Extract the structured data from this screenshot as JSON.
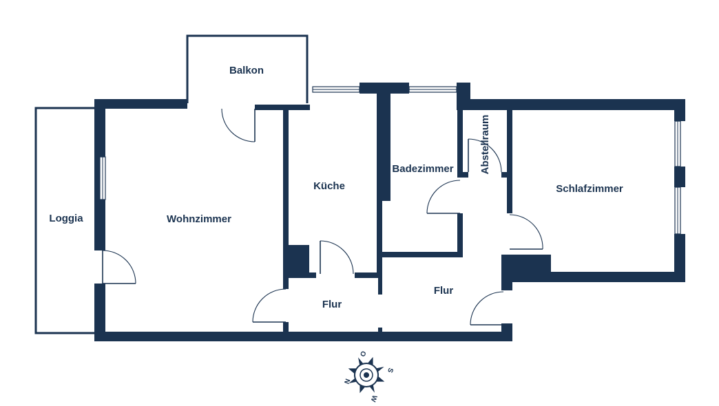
{
  "rooms": {
    "balkon": "Balkon",
    "loggia": "Loggia",
    "wohnzimmer": "Wohnzimmer",
    "kueche": "Küche",
    "badezimmer": "Badezimmer",
    "abstellraum": "Abstellraum",
    "schlafzimmer": "Schlafzimmer",
    "flur_left": "Flur",
    "flur_right": "Flur"
  },
  "compass": {
    "north": "N",
    "east": "O",
    "south": "S",
    "west": "W"
  },
  "colors": {
    "wall": "#1b3350",
    "background": "#ffffff"
  }
}
